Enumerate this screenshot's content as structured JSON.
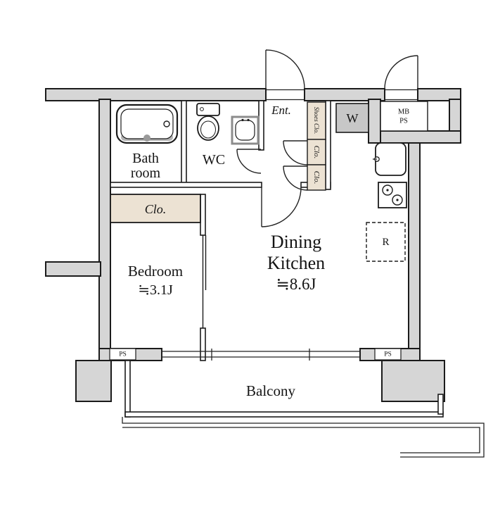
{
  "floorplan": {
    "colors": {
      "wall_fill": "#d6d6d6",
      "closet_fill": "#ece2d3",
      "washer_fill": "#c7c7c7",
      "room_fill": "#ffffff"
    },
    "rooms": {
      "bathroom": {
        "line1": "Bath",
        "line2": "room"
      },
      "wc": {
        "label": "WC"
      },
      "entrance": {
        "label": "Ent."
      },
      "dining_kitchen": {
        "line1": "Dining",
        "line2": "Kitchen",
        "size": "≒8.6J"
      },
      "bedroom": {
        "label": "Bedroom",
        "size": "≒3.1J"
      },
      "balcony": {
        "label": "Balcony"
      }
    },
    "storage": {
      "shoes_closet": {
        "label": "Shoes Clo."
      },
      "closet_upper": {
        "label": "Clo."
      },
      "closet_lower": {
        "label": "Clo."
      },
      "bedroom_closet": {
        "label": "Clo."
      }
    },
    "utilities": {
      "washer": {
        "label": "W"
      },
      "meter_box": {
        "line1": "MB",
        "line2": "PS"
      },
      "refrigerator": {
        "label": "R"
      },
      "ps_bottom_left": {
        "label": "PS"
      },
      "ps_bottom_right": {
        "label": "PS"
      }
    }
  }
}
